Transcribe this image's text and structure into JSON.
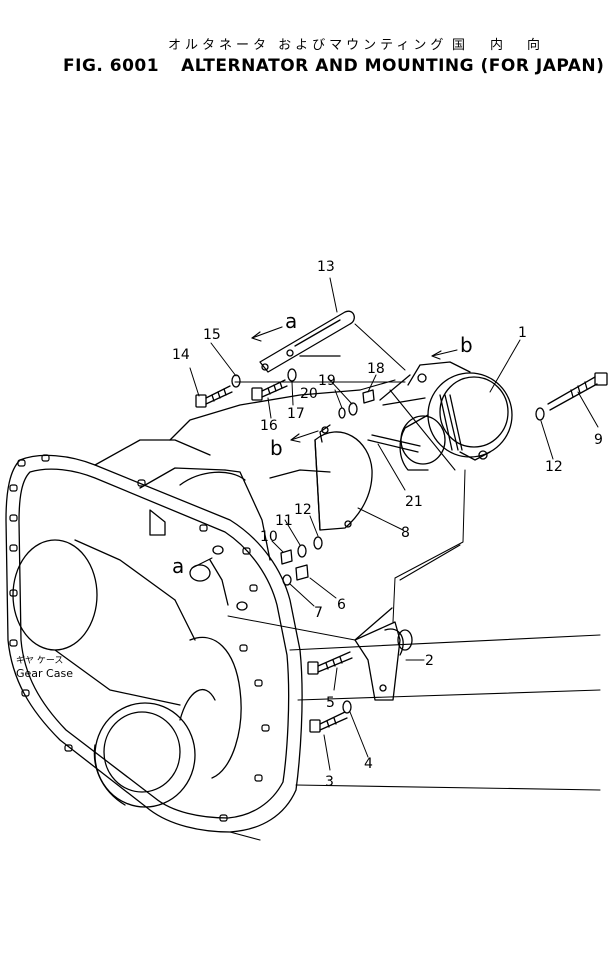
{
  "header": {
    "title_jp_main": "オルタネータ およびマウンティング",
    "title_jp_dest_1": "国",
    "title_jp_dest_2": "内",
    "title_jp_dest_3": "向",
    "fig_number": "FIG. 6001",
    "fig_title": "ALTERNATOR AND MOUNTING (FOR JAPAN)"
  },
  "diagram": {
    "gear_case_label_jp": "ギヤ ケース",
    "gear_case_label_en": "Gear Case",
    "reference_marks": {
      "a_top": "a",
      "a_case": "a",
      "b_top": "b",
      "b_cover": "b"
    },
    "callouts": {
      "c1": "1",
      "c2": "2",
      "c3": "3",
      "c4": "4",
      "c5": "5",
      "c6": "6",
      "c7": "7",
      "c8": "8",
      "c9": "9",
      "c10": "10",
      "c11": "11",
      "c12a": "12",
      "c12b": "12",
      "c13": "13",
      "c14": "14",
      "c15": "15",
      "c16": "16",
      "c17": "17",
      "c18": "18",
      "c19": "19",
      "c20": "20",
      "c21": "21"
    }
  }
}
